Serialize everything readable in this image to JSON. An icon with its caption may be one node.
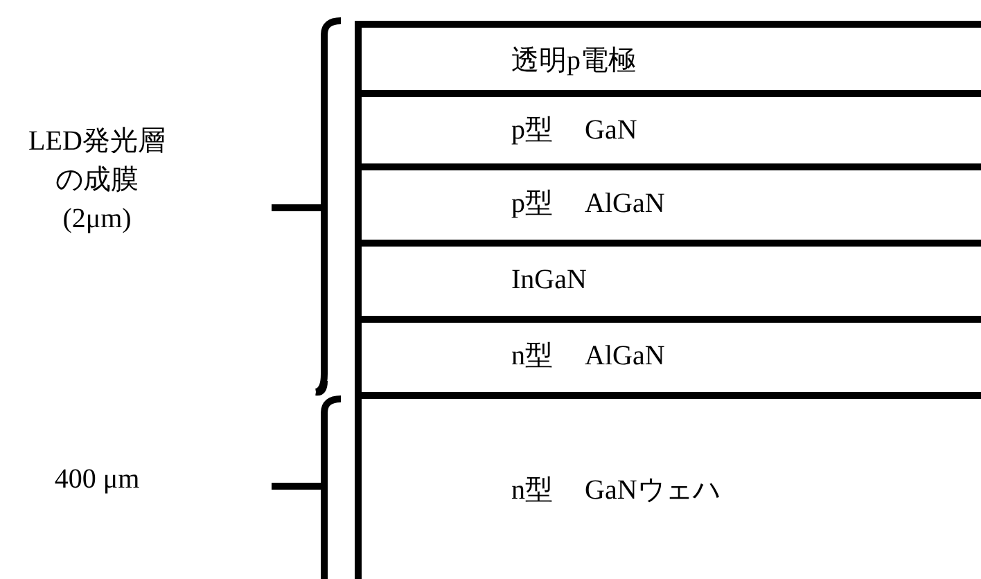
{
  "diagram": {
    "nodes": [
      {
        "text": [
          "透明p電極"
        ]
      },
      {
        "text": [
          "p型 GaN"
        ]
      },
      {
        "text": [
          "p型 AlGaN"
        ]
      },
      {
        "text": [
          "InGaN"
        ]
      },
      {
        "text": [
          "n型 AlGaN"
        ]
      },
      {
        "text": [
          "n型 GaNウェハ"
        ]
      }
    ],
    "labels": [
      "LED発光層",
      "の成膜",
      "(2μm)",
      "400 μm"
    ]
  }
}
